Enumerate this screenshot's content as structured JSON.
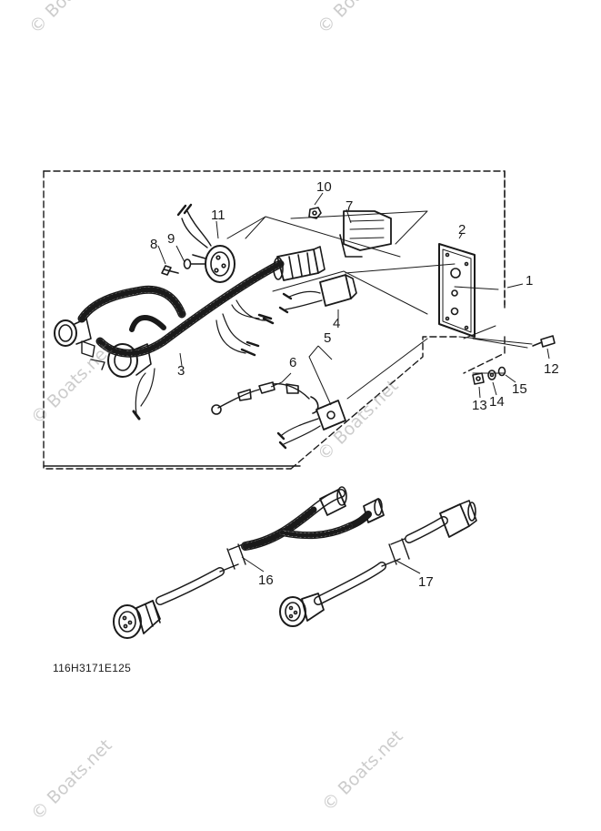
{
  "callouts": [
    "1",
    "2",
    "3",
    "4",
    "5",
    "6",
    "7",
    "8",
    "9",
    "10",
    "11",
    "12",
    "13",
    "14",
    "15",
    "16",
    "17"
  ],
  "diagram_code": "116H3171E125",
  "watermark": "© Boats.net",
  "colors": {
    "ink": "#1a1a1a",
    "paper": "#ffffff",
    "watermark": "#8a8a8a"
  }
}
